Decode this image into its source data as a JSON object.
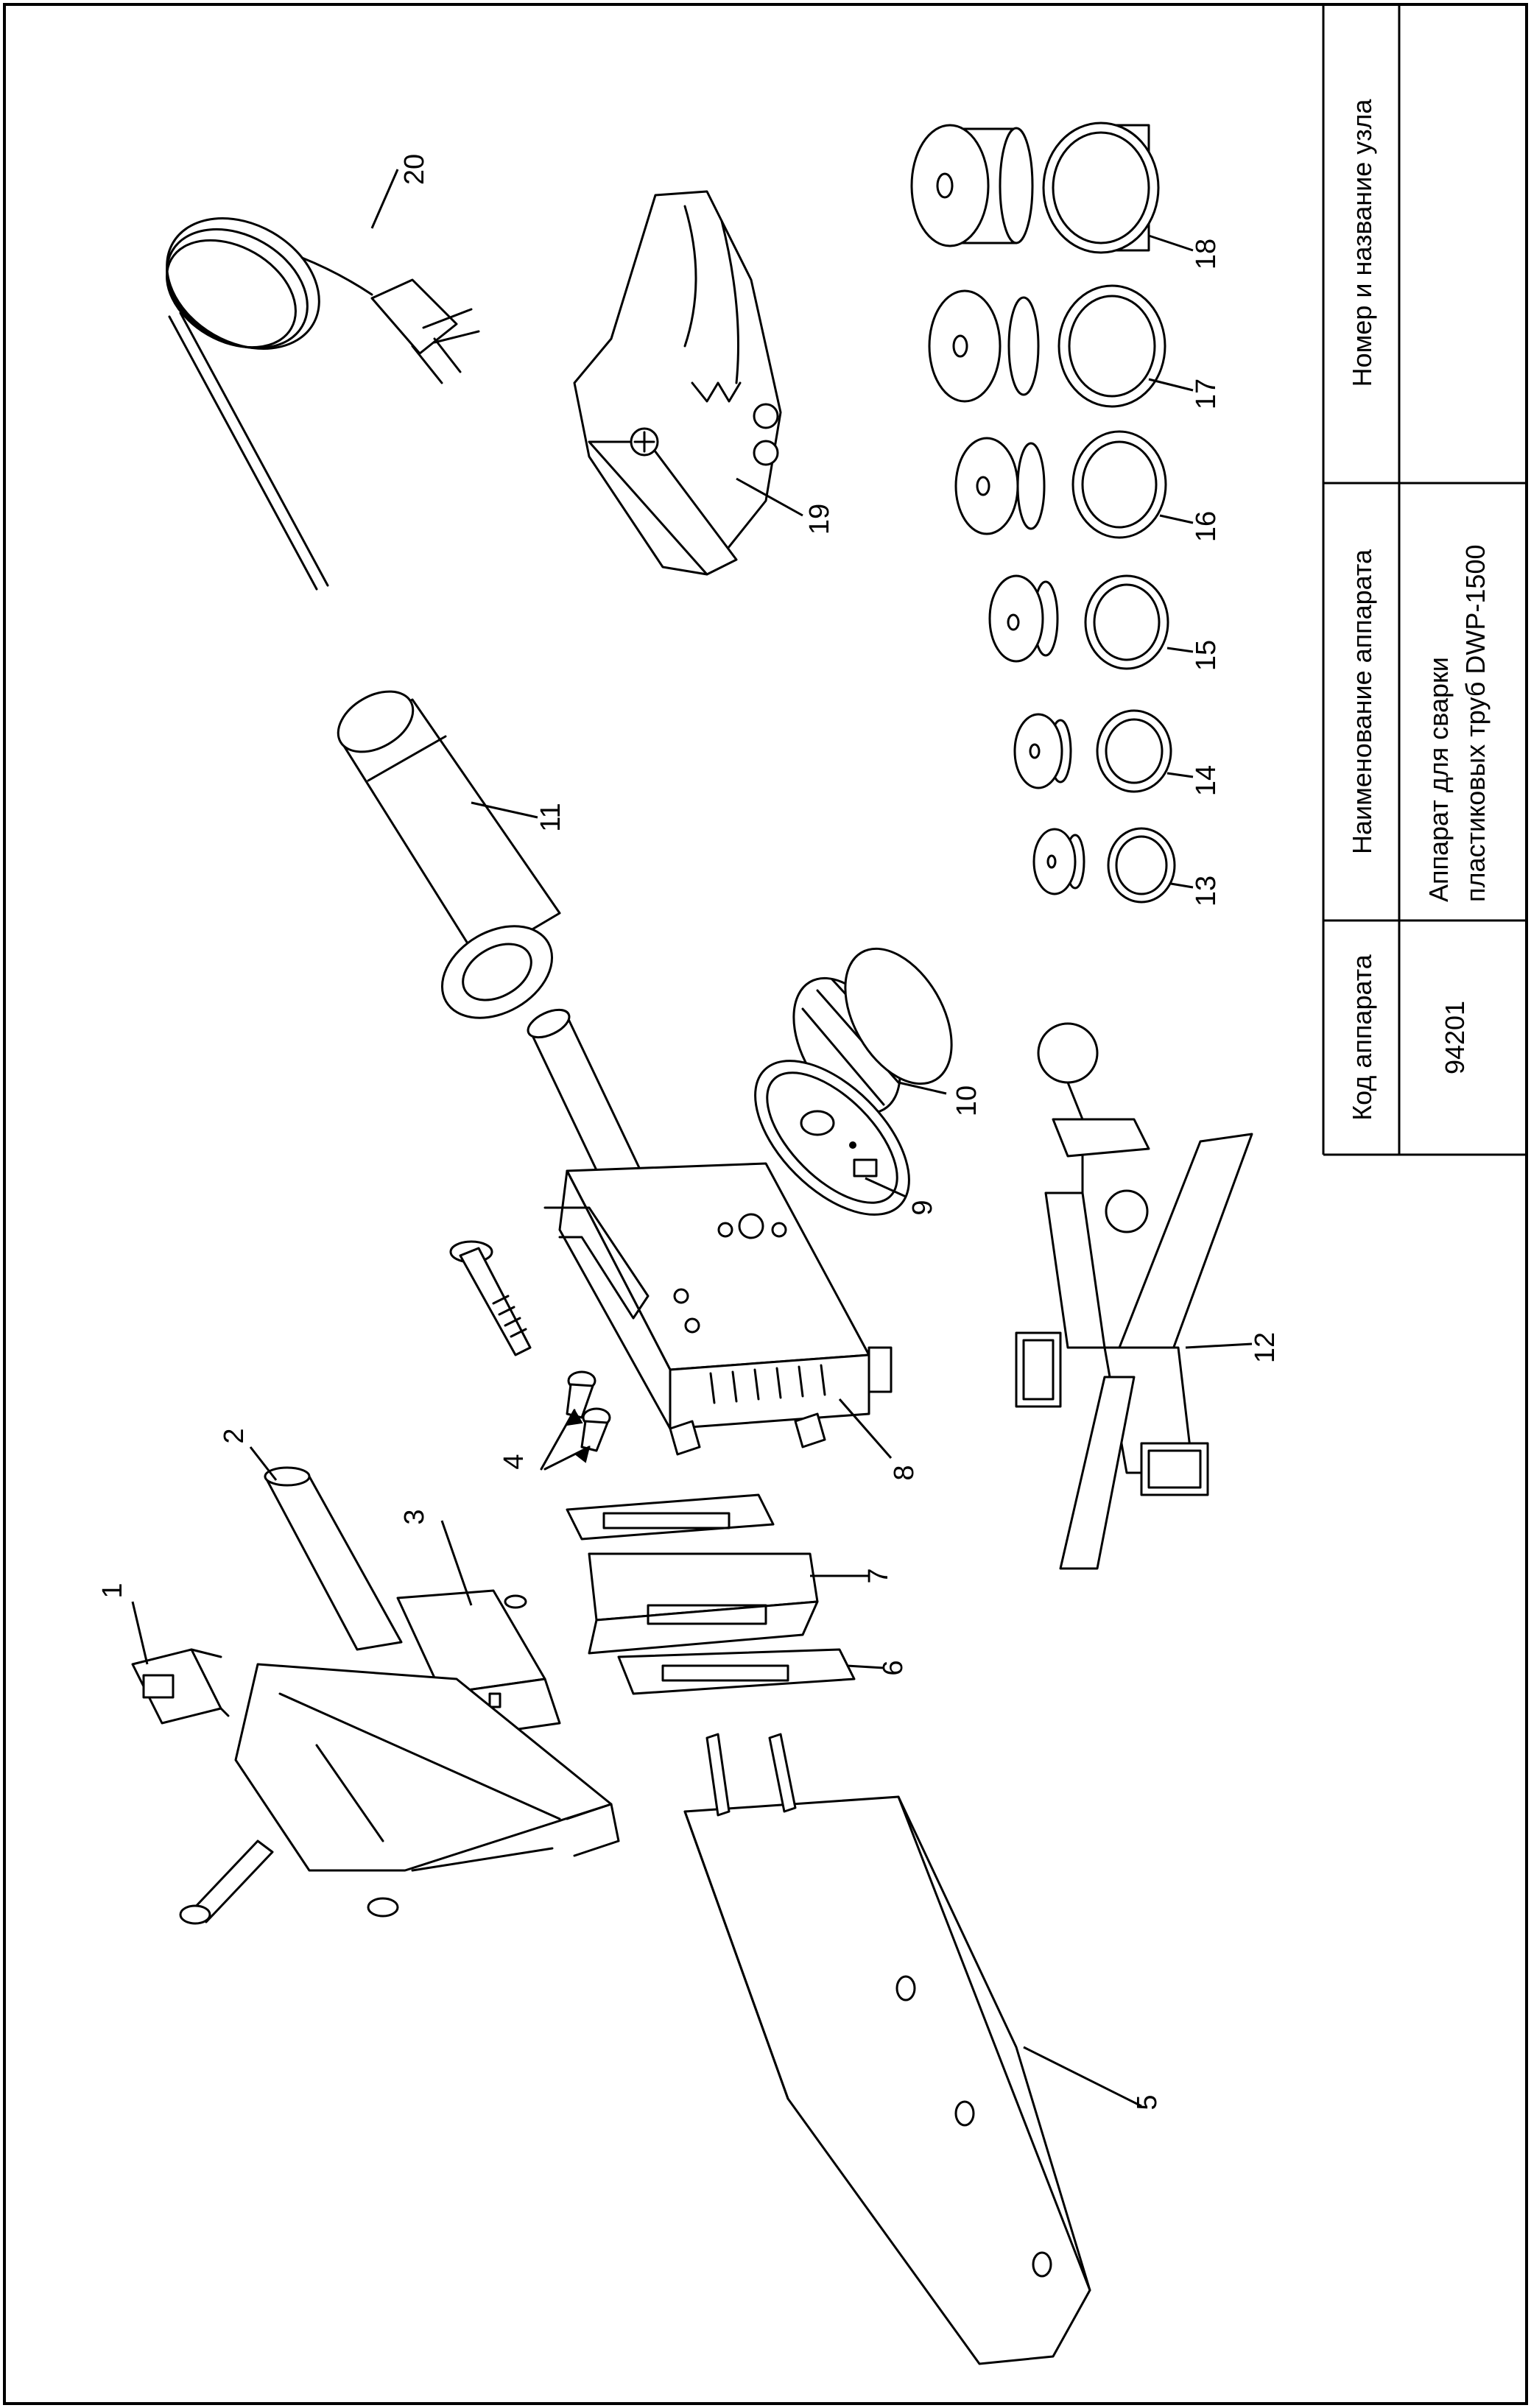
{
  "title_block": {
    "code_header": "Код аппарата",
    "code_value": "94201",
    "name_header": "Наименование аппарата",
    "name_line1": "Аппарат для сварки",
    "name_line2": "пластиковых труб DWP-1500",
    "part_header": "Номер и название узла"
  },
  "parts": {
    "p1": "1",
    "p2": "2",
    "p3": "3",
    "p4": "4",
    "p5": "5",
    "p6": "6",
    "p7": "7",
    "p8": "8",
    "p9": "9",
    "p10": "10",
    "p11": "11",
    "p12": "12",
    "p13": "13",
    "p14": "14",
    "p15": "15",
    "p16": "16",
    "p17": "17",
    "p18": "18",
    "p19": "19",
    "p20": "20"
  }
}
